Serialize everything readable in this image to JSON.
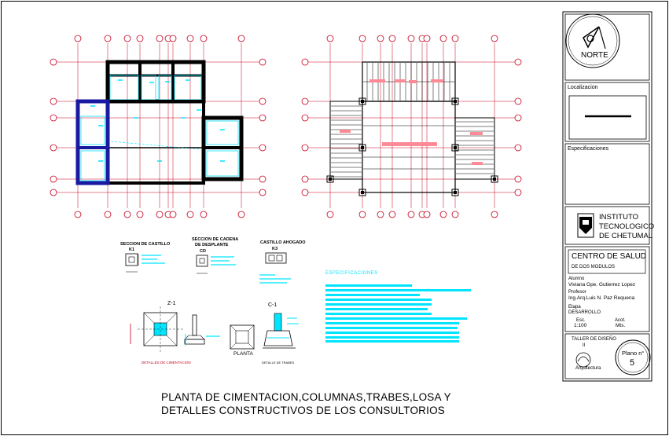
{
  "title_lines": [
    "PLANTA DE CIMENTACION,COLUMNAS,TRABES,LOSA Y",
    "DETALLES CONSTRUCTIVOS DE LOS CONSULTORIOS"
  ],
  "north": "NORTE",
  "titleblock": {
    "localizacion": "Localizacion",
    "especificaciones": "Especificaciones",
    "institute": [
      "INSTITUTO",
      "TECNOLOGICO",
      "DE CHETUMAL"
    ],
    "project": "CENTRO DE SALUD",
    "project_sub": "DE DOS MODULOS",
    "alumno_label": "Alumno",
    "alumno": "Viviana Gpe. Gutierrez Lopez",
    "profesor_label": "Profesor",
    "profesor": "Ing.Arq.Luis N. Paz Requena",
    "etapa_label": "Etapa",
    "etapa": "DESARROLLO",
    "escala_label": "Esc.",
    "escala": "1:100",
    "acot_label": "Acot.",
    "acot": "Mts.",
    "taller": "TALLER DE DISEÑO",
    "taller_num": "II",
    "arquitectura": "Arquitectura",
    "plano_label": "Plano n°",
    "plano_num": "5"
  },
  "details": {
    "seccion_castillo": "SECCION DE CASTILLO",
    "seccion_castillo_id": "K1",
    "seccion_cadena": "SECCION DE CADENA",
    "seccion_cadena2": "DE DESPLANTE",
    "seccion_cadena_id": "CD",
    "castillo_ahogado": "CASTILLO AHOGADO",
    "castillo_ahogado_id": "K3",
    "z1": "Z-1",
    "c1": "C-1",
    "planta": "PLANTA",
    "detalles_cimentacion": "DETALLES DE CIMENTACION",
    "detalle_trabes": "DETALLE DE TRABES",
    "especificaciones": "ESPECIFICACIONES"
  },
  "colors": {
    "line": "#000000",
    "cyan": "#00e5ff",
    "blue": "#1a1aa0",
    "red": "#c8001e",
    "pink": "#ff8a95"
  }
}
